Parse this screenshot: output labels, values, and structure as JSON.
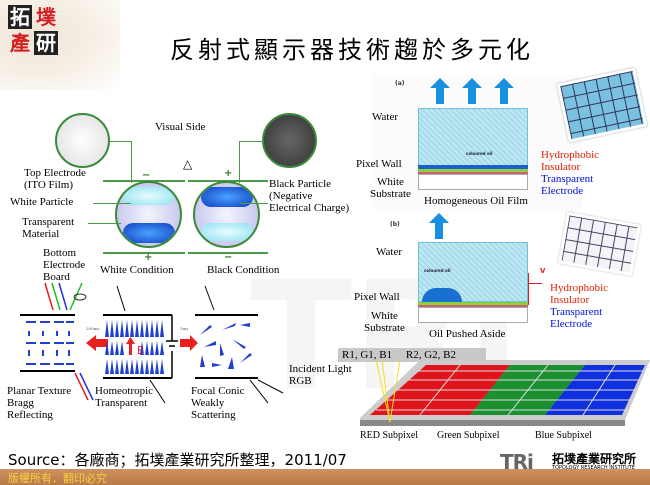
{
  "header": {
    "logo_chars": [
      "拓",
      "墣",
      "產",
      "研"
    ],
    "title": "反射式顯示器技術趨於多元化"
  },
  "electrophoretic": {
    "visual_side": "Visual Side",
    "top_electrode": [
      "Top Electrode",
      "(ITO Film)"
    ],
    "white_particle": "White Particle",
    "transparent_material": [
      "Transparent",
      "Material"
    ],
    "bottom_electrode": [
      "Bottom",
      "Electrode",
      "Board"
    ],
    "black_particle": [
      "Black Particle",
      "(Negative",
      "Electrical Charge)"
    ],
    "white_condition": "White Condition",
    "black_condition": "Black Condition",
    "sign_white_top": "−",
    "sign_black_top": "+",
    "sign_white_bottom": "+",
    "sign_black_bottom": "−"
  },
  "cholesteric": {
    "planar": [
      "Planar Texture",
      "Bragg",
      "Reflecting"
    ],
    "homeotropic": [
      "Homeotropic",
      "Transparent"
    ],
    "focal_conic": [
      "Focal Conic",
      "Weakly",
      "Scattering"
    ],
    "field_label": "E",
    "time_left": "200ms",
    "time_right": "5ms"
  },
  "electrowetting": {
    "panel_a": {
      "tag": "(a)",
      "water": "Water",
      "pixel_wall": "Pixel Wall",
      "white_substrate": [
        "White",
        "Substrate"
      ],
      "oil_label": "coloured oil",
      "caption": "Homogeneous Oil Film",
      "hydrophobic": [
        "Hydrophobic",
        "Insulator"
      ],
      "electrode": [
        "Transparent",
        "Electrode"
      ]
    },
    "panel_b": {
      "tag": "(b)",
      "water": "Water",
      "pixel_wall": "Pixel Wall",
      "white_substrate": [
        "White",
        "Substrate"
      ],
      "oil_label": "coloured oil",
      "voltage": "V",
      "caption": "Oil Pushed Aside",
      "hydrophobic": [
        "Hydrophobic",
        "Insulator"
      ],
      "electrode": [
        "Transparent",
        "Electrode"
      ]
    }
  },
  "interference": {
    "group_labels": "R1, G1, B1     R2, G2, B2",
    "incident": [
      "Incident Light",
      "RGB"
    ],
    "subpixels": [
      "RED Subpixel",
      "Green Subpixel",
      "Blue Subpixel"
    ],
    "colors": {
      "red": "#e0141c",
      "green": "#1a9030",
      "blue": "#1030e0"
    }
  },
  "footer": {
    "source": "Source：各廠商；拓墣產業研究所整理，2011/07",
    "copyright": "版權所有．翻印必究",
    "tri_mark": "TRi",
    "tri_cn": "拓墣產業研究所",
    "tri_en": "TOPOLOGY RESEARCH INSTITUTE"
  }
}
